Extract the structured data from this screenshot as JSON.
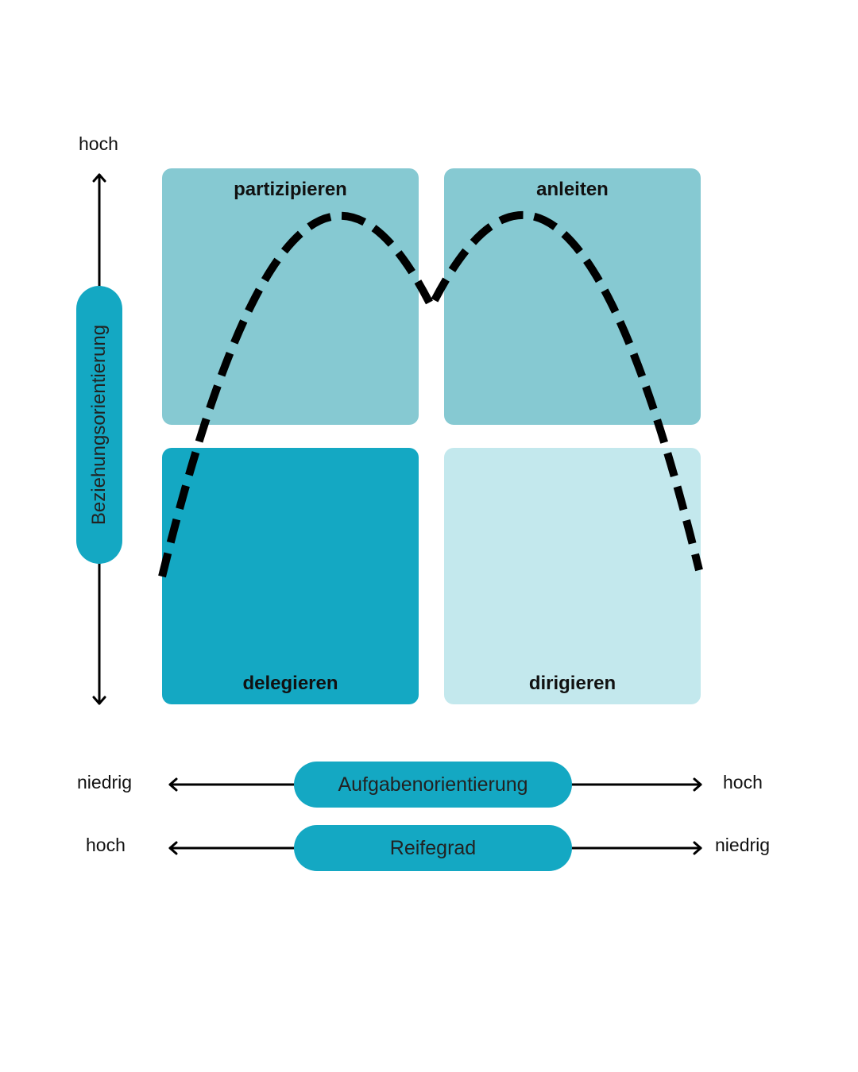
{
  "colors": {
    "quad_top": "#86c9d2",
    "quad_delegieren": "#14a8c3",
    "quad_dirigieren": "#c3e8ed",
    "pill": "#14a8c3",
    "line": "#000000"
  },
  "vertical_axis": {
    "label": "Beziehungsorientierung",
    "top_label": "hoch"
  },
  "quadrants": {
    "top_left": "partizipieren",
    "top_right": "anleiten",
    "bottom_left": "delegieren",
    "bottom_right": "dirigieren"
  },
  "horizontal_axes": [
    {
      "label": "Aufgabenorientierung",
      "left": "niedrig",
      "right": "hoch"
    },
    {
      "label": "Reifegrad",
      "left": "hoch",
      "right": "niedrig"
    }
  ]
}
